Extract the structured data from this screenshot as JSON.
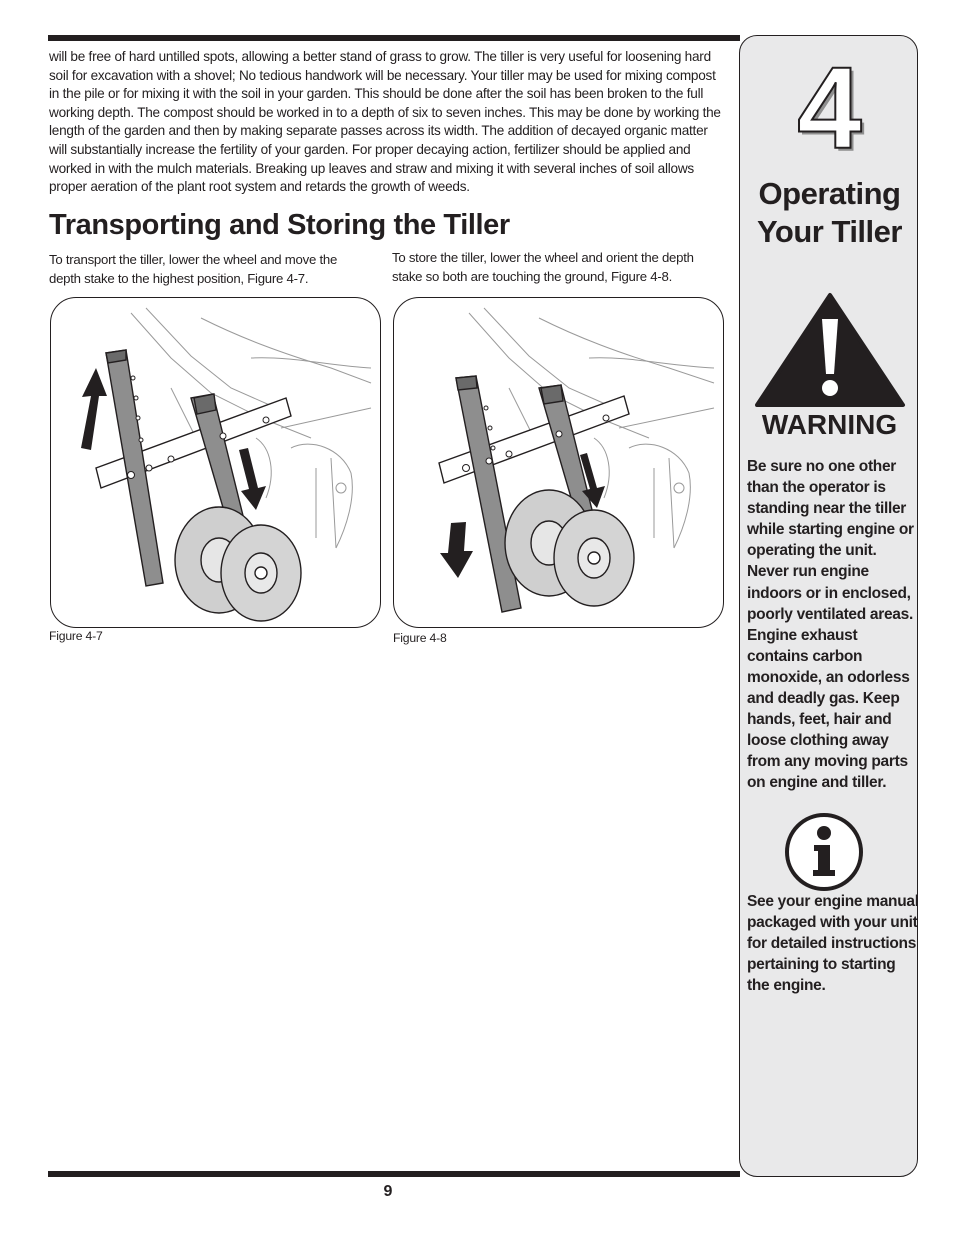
{
  "intro": {
    "text": "will be free of hard untilled spots, allowing a better stand of grass to grow. The tiller is very useful for loosening hard soil for excavation with a shovel; No tedious handwork will be necessary. Your tiller may be used for mixing compost in the pile or for mixing it with the soil in your garden. This should be done after the soil has been broken to the full working depth. The compost should be worked in to a depth of six to seven inches. This may be done by working the length of the garden and then by making separate passes across its width. The addition of decayed organic matter will substantially increase the fertility of your garden. For proper decaying action, fertilizer should be applied and worked in with the mulch materials. Breaking up leaves and straw and mixing it with several inches of soil allows proper aeration of the plant root system and retards the growth of weeds."
  },
  "section": {
    "title": "Transporting and Storing the Tiller",
    "left_text": "To transport the tiller, lower the wheel and move the depth stake to the highest position, Figure 4-7.",
    "right_text": "To store the tiller, lower the wheel and orient the depth stake so both are touching the ground, Figure 4-8."
  },
  "figures": [
    {
      "caption": "Figure 4-7"
    },
    {
      "caption": "Figure 4-8"
    }
  ],
  "sidebar": {
    "chapter_number": "4",
    "chapter_title": "Operating Your Tiller",
    "warning_label": "WARNING",
    "warning_text": "Be sure no one other than the operator is standing near the tiller while starting engine or operating the unit. Never run engine indoors or in enclosed, poorly ventilated areas. Engine exhaust contains carbon monoxide, an odorless and deadly gas. Keep hands, feet, hair and loose clothing away from any moving parts on engine and tiller.",
    "info_text": "See your engine manual packaged with your unit for detailed instructions pertaining to starting the engine."
  },
  "footer": {
    "page_number": "9"
  },
  "icons": {
    "warning": "warning-triangle-icon",
    "info": "info-icon",
    "arrow_up": "arrow-up-icon",
    "arrow_down": "arrow-down-icon"
  }
}
